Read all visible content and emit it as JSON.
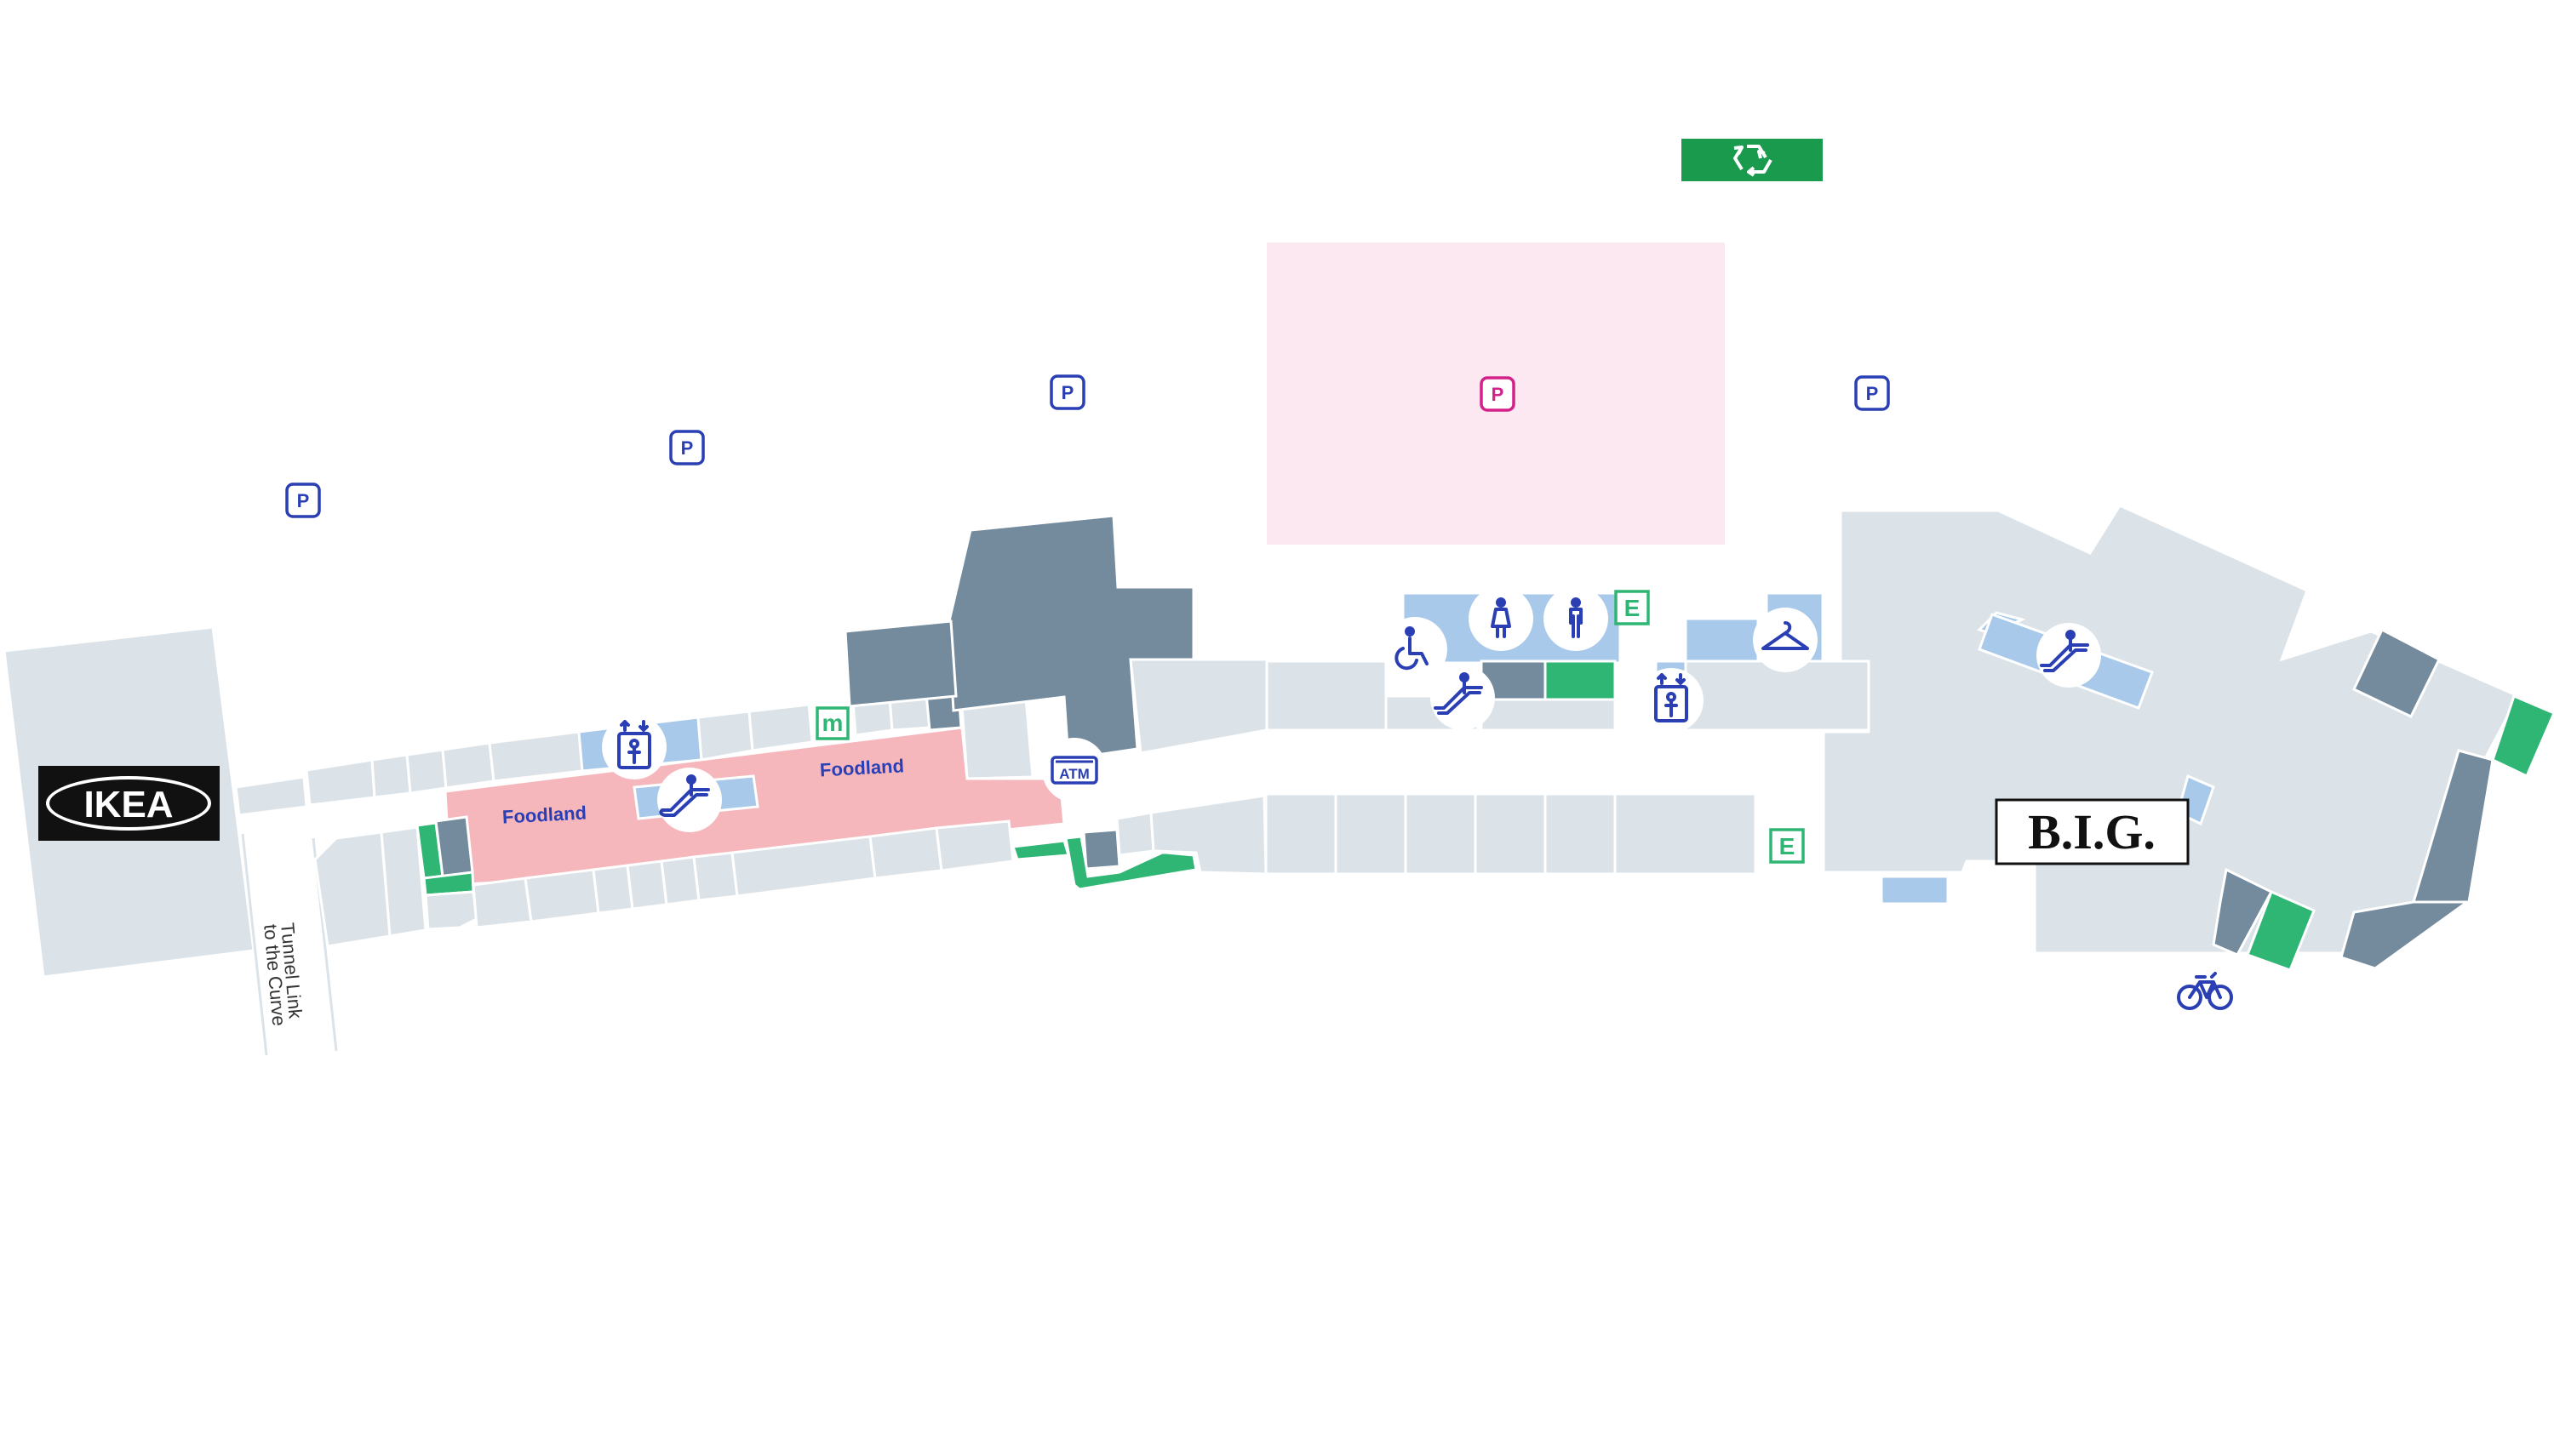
{
  "anchors": {
    "ikea": "IKEA",
    "big": "B.I.G."
  },
  "labels": {
    "foodland_left": "Foodland",
    "foodland_right": "Foodland",
    "tunnel_line1": "Tunnel Link",
    "tunnel_line2": "to the Curve",
    "atm": "ATM",
    "parking": "P",
    "exit": "E",
    "metro": "m"
  },
  "colors": {
    "shop": "#dbe3e8",
    "anchor_dark": "#748a9d",
    "service_blue": "#a8c9ea",
    "green": "#2fb574",
    "foodland": "#f6b7bc",
    "parking_area": "#fbe8f0",
    "parking_pink": "#d4218a",
    "icon_blue": "#2a3fb4",
    "recycling": "#1a9a4c"
  },
  "icons": [
    "recycling-icon",
    "parking-icon",
    "lift-icon",
    "escalator-icon",
    "accessible-toilet-icon",
    "female-toilet-icon",
    "male-toilet-icon",
    "cloakroom-icon",
    "atm-icon",
    "exit-icon",
    "metro-icon",
    "bicycle-icon"
  ]
}
